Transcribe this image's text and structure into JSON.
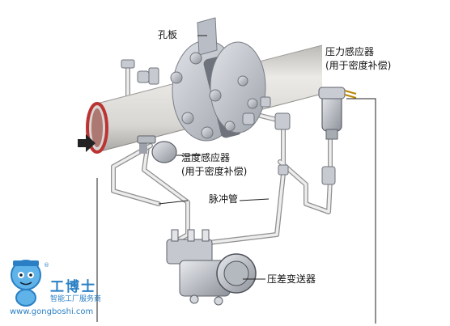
{
  "labels": {
    "orifice": "孔板",
    "pressure_sensor": "压力感应器",
    "pressure_comp": "(用于密度补偿)",
    "temp_sensor": "温度感应器",
    "temp_comp": "(用于密度补偿)",
    "impulse_tube": "脉冲管",
    "dp_transmitter": "压差变送器"
  },
  "watermark": {
    "brand": "工博士",
    "slogan": "智能工厂服务商",
    "url": "www.gongboshi.com",
    "registered": "®"
  },
  "colors": {
    "pipe": "#dcdad6",
    "flange": "#c9ccd2",
    "bolt": "#f4f4f6",
    "pipe_inner": "#c0392b",
    "leader": "#222222",
    "brand": "#2a7fc4"
  },
  "icons": [
    "flow-arrow-icon",
    "mascot-icon"
  ]
}
